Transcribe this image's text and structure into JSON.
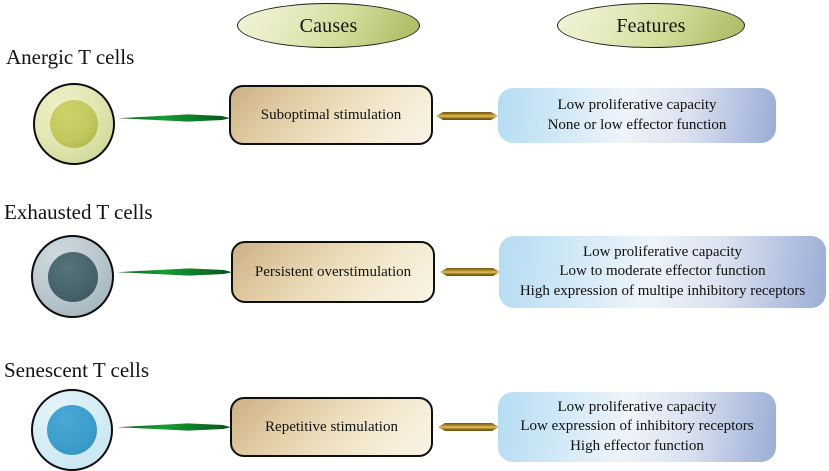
{
  "headers": [
    {
      "id": "causes",
      "label": "Causes"
    },
    {
      "id": "features",
      "label": "Features"
    }
  ],
  "rows": [
    {
      "id": "anergic",
      "label": "Anergic T cells",
      "cell_icon": "t-cell-anergic-icon",
      "cause": "Suboptimal stimulation",
      "features": [
        "Low proliferative capacity",
        "None or low effector function"
      ]
    },
    {
      "id": "exhausted",
      "label": "Exhausted T cells",
      "cell_icon": "t-cell-exhausted-icon",
      "cause": "Persistent overstimulation",
      "features": [
        "Low proliferative capacity",
        "Low to moderate effector function",
        "High expression of  multipe inhibitory receptors"
      ]
    },
    {
      "id": "senescent",
      "label": "Senescent T cells",
      "cell_icon": "t-cell-senescent-icon",
      "cause": "Repetitive stimulation",
      "features": [
        "Low proliferative capacity",
        "Low expression of inhibitory receptors",
        "High effector function"
      ]
    }
  ],
  "connectors": {
    "cell_to_cause_icon": "green-arrow-icon",
    "cause_to_feature_icon": "gold-arrow-icon"
  },
  "colors": {
    "header_ellipse_fill": "#d4dc9b",
    "cause_box_fill": "#eddfbe",
    "feature_box_fill": "#cbe6f6",
    "green_arrow": "#0c7a28",
    "gold_arrow": "#8a6a16",
    "outline": "#0f0f0f",
    "text": "#121212",
    "anergic_cell": "#e2e7b3",
    "anergic_nucleus": "#c3c85c",
    "exhausted_cell": "#bccad1",
    "exhausted_nucleus": "#47646b",
    "senescent_cell": "#d6edf6",
    "senescent_nucleus": "#3d9ecc"
  }
}
